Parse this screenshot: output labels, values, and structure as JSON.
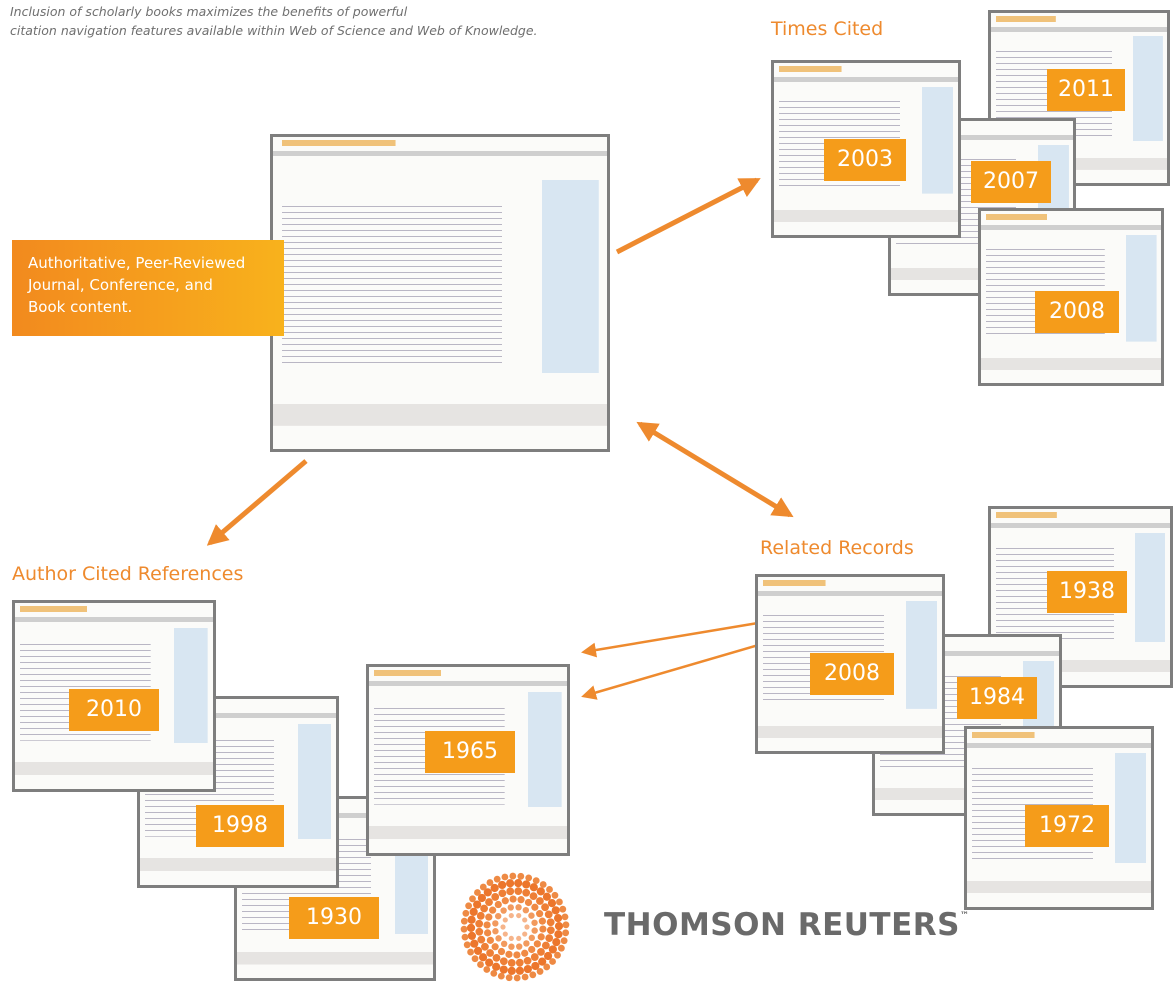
{
  "caption": {
    "line1": "Inclusion of scholarly books maximizes the benefits of powerful",
    "line2": "citation navigation features available within Web of Science and Web of Knowledge."
  },
  "callout": {
    "line1": "Authoritative, Peer-Reviewed",
    "line2": "Journal, Conference, and",
    "line3": "Book content."
  },
  "sections": {
    "times_cited": "Times Cited",
    "author_cited_references": "Author Cited References",
    "related_records": "Related Records"
  },
  "years": {
    "times_cited": [
      "2003",
      "2007",
      "2011",
      "2008"
    ],
    "author_cited": [
      "2010",
      "1998",
      "1930",
      "1965"
    ],
    "related": [
      "2008",
      "1984",
      "1938",
      "1972"
    ]
  },
  "logo": {
    "name": "THOMSON REUTERS",
    "trademark": "™"
  },
  "colors": {
    "accent": "#ee8a2e",
    "year_badge": "#f59c1a",
    "thumb_border": "#7e7e7e",
    "logo_text": "#6a6a6a"
  }
}
